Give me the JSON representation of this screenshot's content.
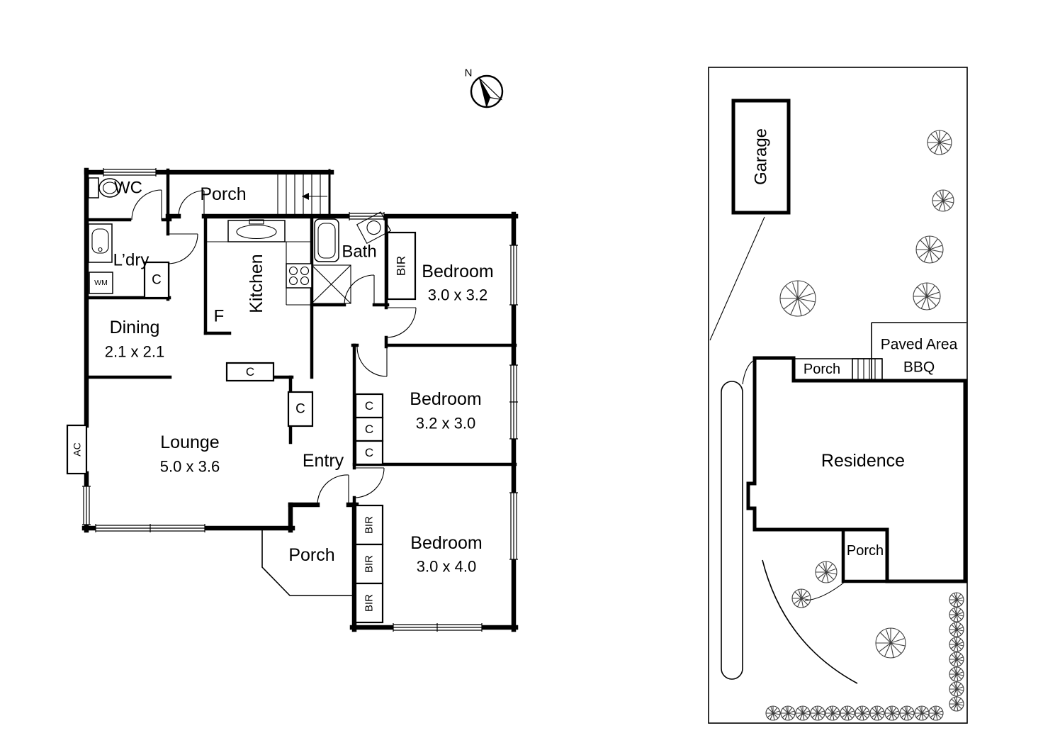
{
  "meta": {
    "background": "#ffffff",
    "ink": "#000000",
    "tree_color": "#3f3f3f"
  },
  "compass": {
    "north_label": "N"
  },
  "floor_plan": {
    "rooms": {
      "wc": {
        "name": "WC"
      },
      "porch_top": {
        "name": "Porch"
      },
      "laundry": {
        "name": "L’dry"
      },
      "dining": {
        "name": "Dining",
        "size": "2.1 x 2.1"
      },
      "kitchen": {
        "name": "Kitchen"
      },
      "bath": {
        "name": "Bath"
      },
      "bedroom_1": {
        "name": "Bedroom",
        "size": "3.0 x 3.2"
      },
      "bedroom_2": {
        "name": "Bedroom",
        "size": "3.2 x 3.0"
      },
      "bedroom_3": {
        "name": "Bedroom",
        "size": "3.0 x 4.0"
      },
      "lounge": {
        "name": "Lounge",
        "size": "5.0 x 3.6"
      },
      "entry": {
        "name": "Entry"
      },
      "porch_bottom": {
        "name": "Porch"
      }
    },
    "fixtures": {
      "fridge": "F",
      "cupboard": "C",
      "built_in_robe": "BIR",
      "washing_machine": "WM",
      "air_conditioner": "AC"
    }
  },
  "site_plan": {
    "garage": {
      "name": "Garage"
    },
    "residence": {
      "name": "Residence"
    },
    "porch_upper": {
      "name": "Porch"
    },
    "porch_lower": {
      "name": "Porch"
    },
    "paved_area": {
      "line1": "Paved Area",
      "line2": "BBQ"
    }
  }
}
